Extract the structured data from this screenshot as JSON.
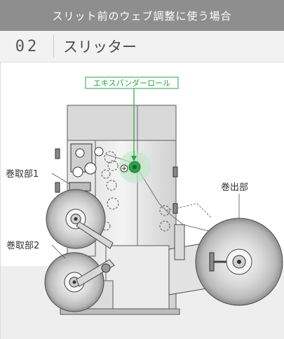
{
  "header": {
    "category": "スリット前のウェブ調整に使う場合"
  },
  "item": {
    "number": "02",
    "title": "スリッター"
  },
  "diagram": {
    "callout": "エキスパンダーロール",
    "labels": {
      "rewind_1": "巻取部1",
      "rewind_2": "巻取部2",
      "unwind": "巻出部"
    },
    "accent_color": "#2aa04a",
    "highlight_color": "#9fd9aa"
  }
}
